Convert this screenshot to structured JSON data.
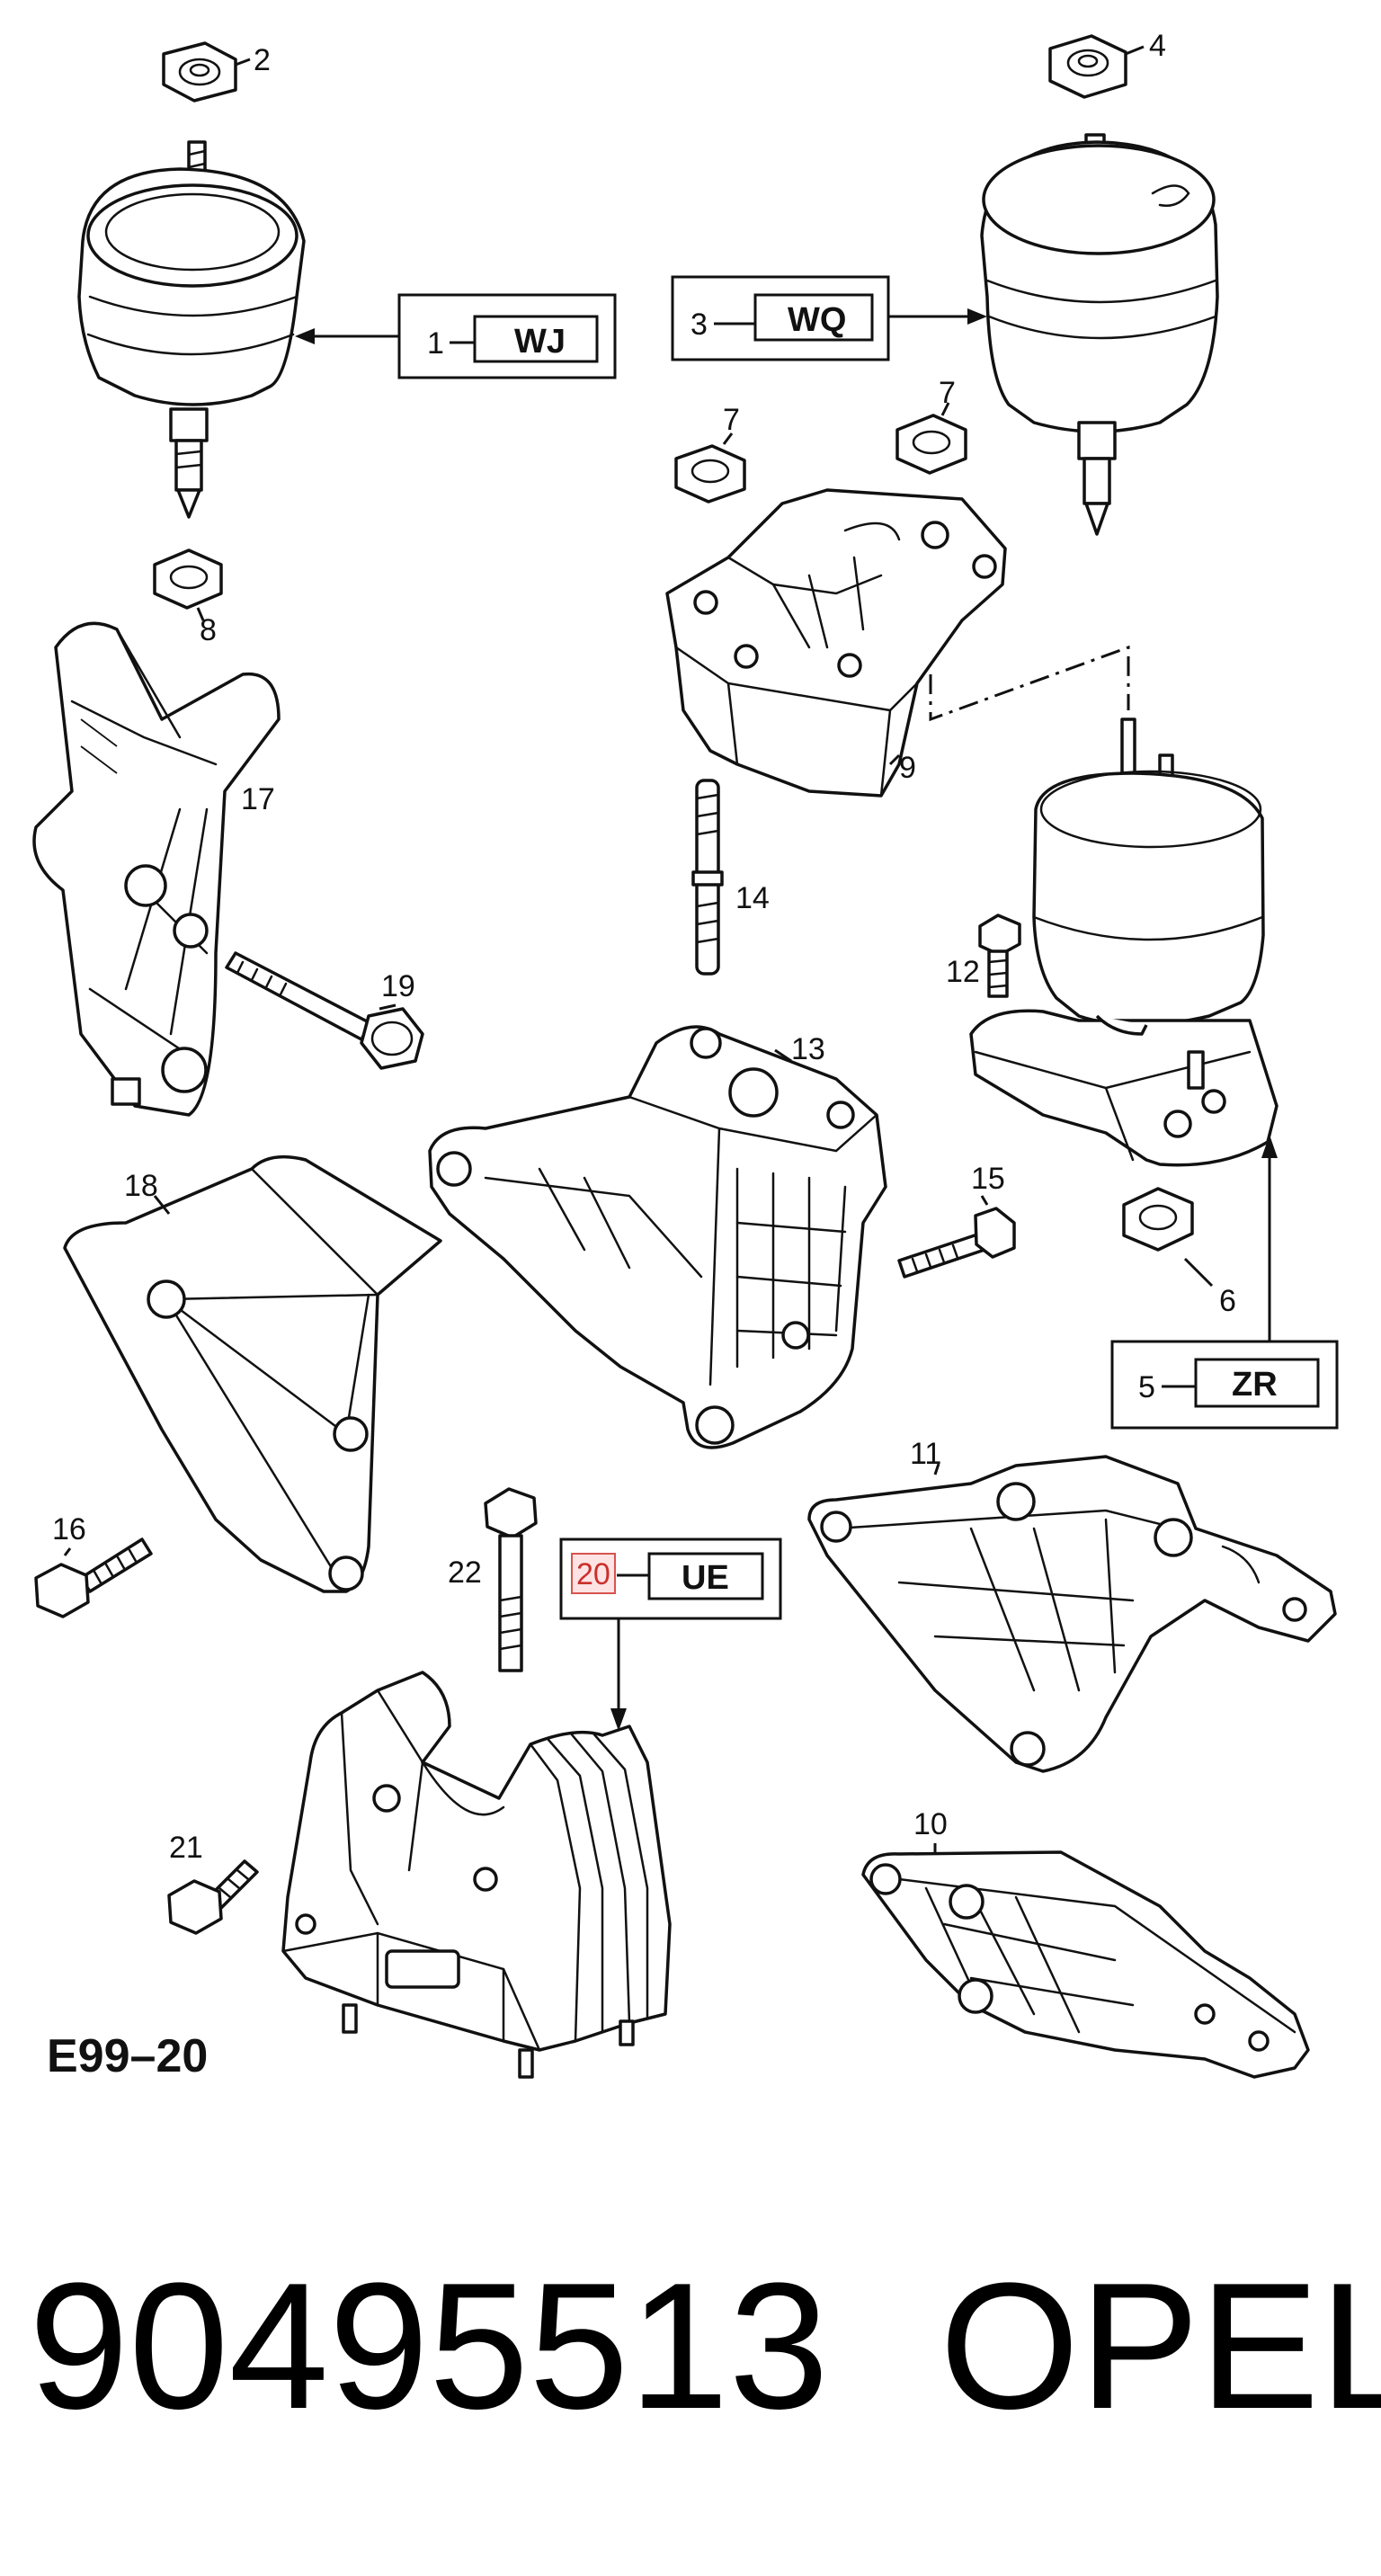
{
  "diagram_code": "E99–20",
  "callouts": {
    "c2": "2",
    "c4": "4",
    "c7a": "7",
    "c7b": "7",
    "c8": "8",
    "c9": "9",
    "c10": "10",
    "c11": "11",
    "c12": "12",
    "c13": "13",
    "c14": "14",
    "c15": "15",
    "c16": "16",
    "c17": "17",
    "c18": "18",
    "c19": "19",
    "c21": "21",
    "c22": "22",
    "c6": "6"
  },
  "option_boxes": [
    {
      "number": "1",
      "code": "WJ"
    },
    {
      "number": "3",
      "code": "WQ"
    },
    {
      "number": "5",
      "code": "ZR"
    },
    {
      "number": "20",
      "code": "UE",
      "highlighted": true
    }
  ],
  "colors": {
    "line": "#111111",
    "highlight": "#d9534f",
    "highlight_fill": "#fde3e3"
  },
  "footer": {
    "part_number": "90495513",
    "brand": "OPEL"
  }
}
